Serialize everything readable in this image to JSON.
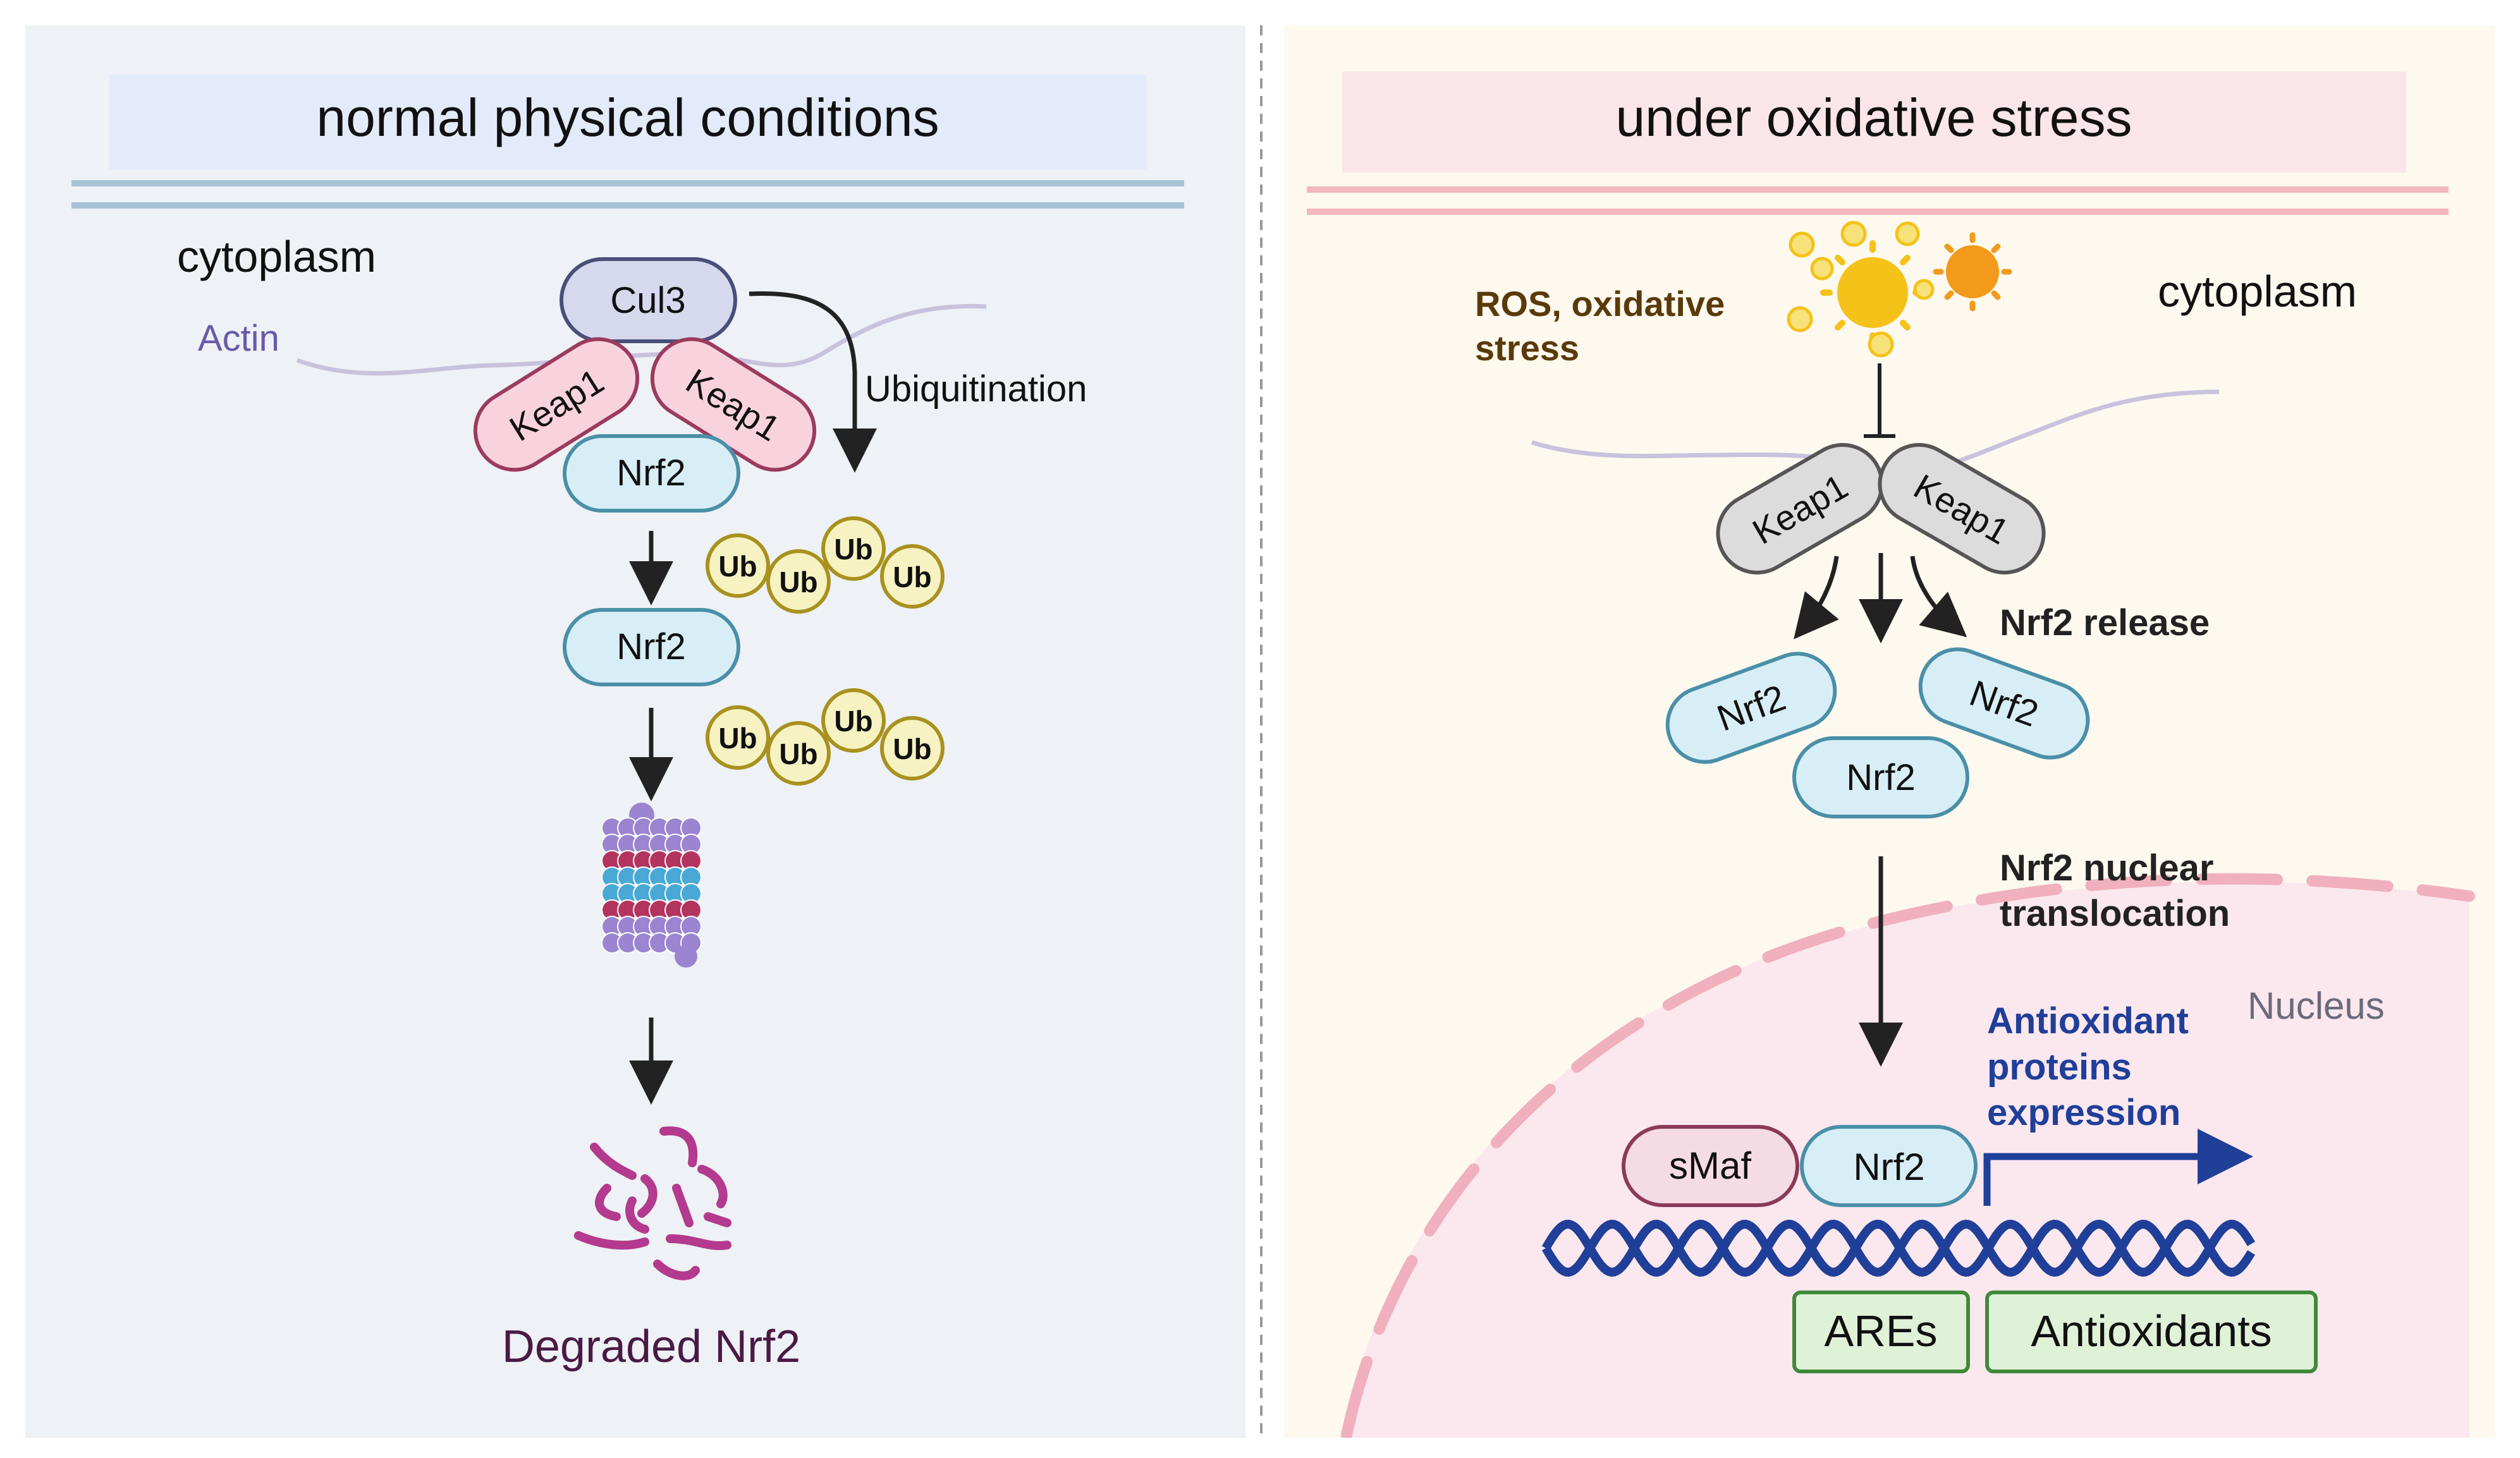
{
  "colors": {
    "left_panel_bg": "#eef1f5",
    "right_panel_bg": "#fdf9ef",
    "left_title_bg": "#e3ebfa",
    "right_title_bg": "#fae6e8",
    "nrf2_fill": "#d8eef6",
    "nrf2_stroke": "#4a8fa8",
    "keap1_pink_fill": "#f8d3de",
    "keap1_pink_stroke": "#9b3b5e",
    "keap1_grey_fill": "#dcdcdc",
    "keap1_grey_stroke": "#555555",
    "cul3_fill": "#d6d9ee",
    "cul3_stroke": "#4a4e7a",
    "ub_fill": "#f7f2c2",
    "ub_stroke": "#a8911e",
    "smaf_fill": "#f5dbe3",
    "smaf_stroke": "#8a3a58",
    "are_fill": "#dff2d8",
    "are_stroke": "#3f8a3a",
    "ros_text": "#5a3a0a",
    "antioxidant_text": "#1f3f99",
    "degraded_text": "#4a1a45",
    "actin_text": "#6a5aa8",
    "dna_color": "#1f3f99",
    "sun_yellow": "#f5c21a",
    "sun_orange": "#f39a1a",
    "membrane_blue": "#a7c3d6",
    "membrane_pink": "#f3b7bd",
    "nucleus_fill": "#fbe7ee",
    "nucleus_dash": "#f0b0bd",
    "proteasome_purple": "#9b84d0",
    "proteasome_red": "#b3355f",
    "proteasome_blue": "#4aa8d6",
    "fragment_magenta": "#b33a8e"
  },
  "left": {
    "title": "normal physical conditions",
    "cytoplasm_label": "cytoplasm",
    "actin_label": "Actin",
    "cul3_label": "Cul3",
    "keap1_label": "Keap1",
    "nrf2_label": "Nrf2",
    "ubiquitination_label": "Ubiquitination",
    "ub_label": "Ub",
    "degraded_label": "Degraded Nrf2",
    "icons": [
      "proteasome-icon",
      "degraded-fragments-icon"
    ]
  },
  "right": {
    "title": "under oxidative stress",
    "ros_label_line1": "ROS, oxidative",
    "ros_label_line2": "stress",
    "cytoplasm_label": "cytoplasm",
    "keap1_label": "Keap1",
    "nrf2_label": "Nrf2",
    "release_label": "Nrf2 release",
    "translocation_line1": "Nrf2 nuclear",
    "translocation_line2": "translocation",
    "nucleus_label": "Nucleus",
    "antioxidant_line1": "Antioxidant",
    "antioxidant_line2": "proteins",
    "antioxidant_line3": "expression",
    "smaf_label": "sMaf",
    "ares_label": "AREs",
    "antioxidants_label": "Antioxidants",
    "icons": [
      "sun-icon",
      "dna-icon"
    ]
  }
}
